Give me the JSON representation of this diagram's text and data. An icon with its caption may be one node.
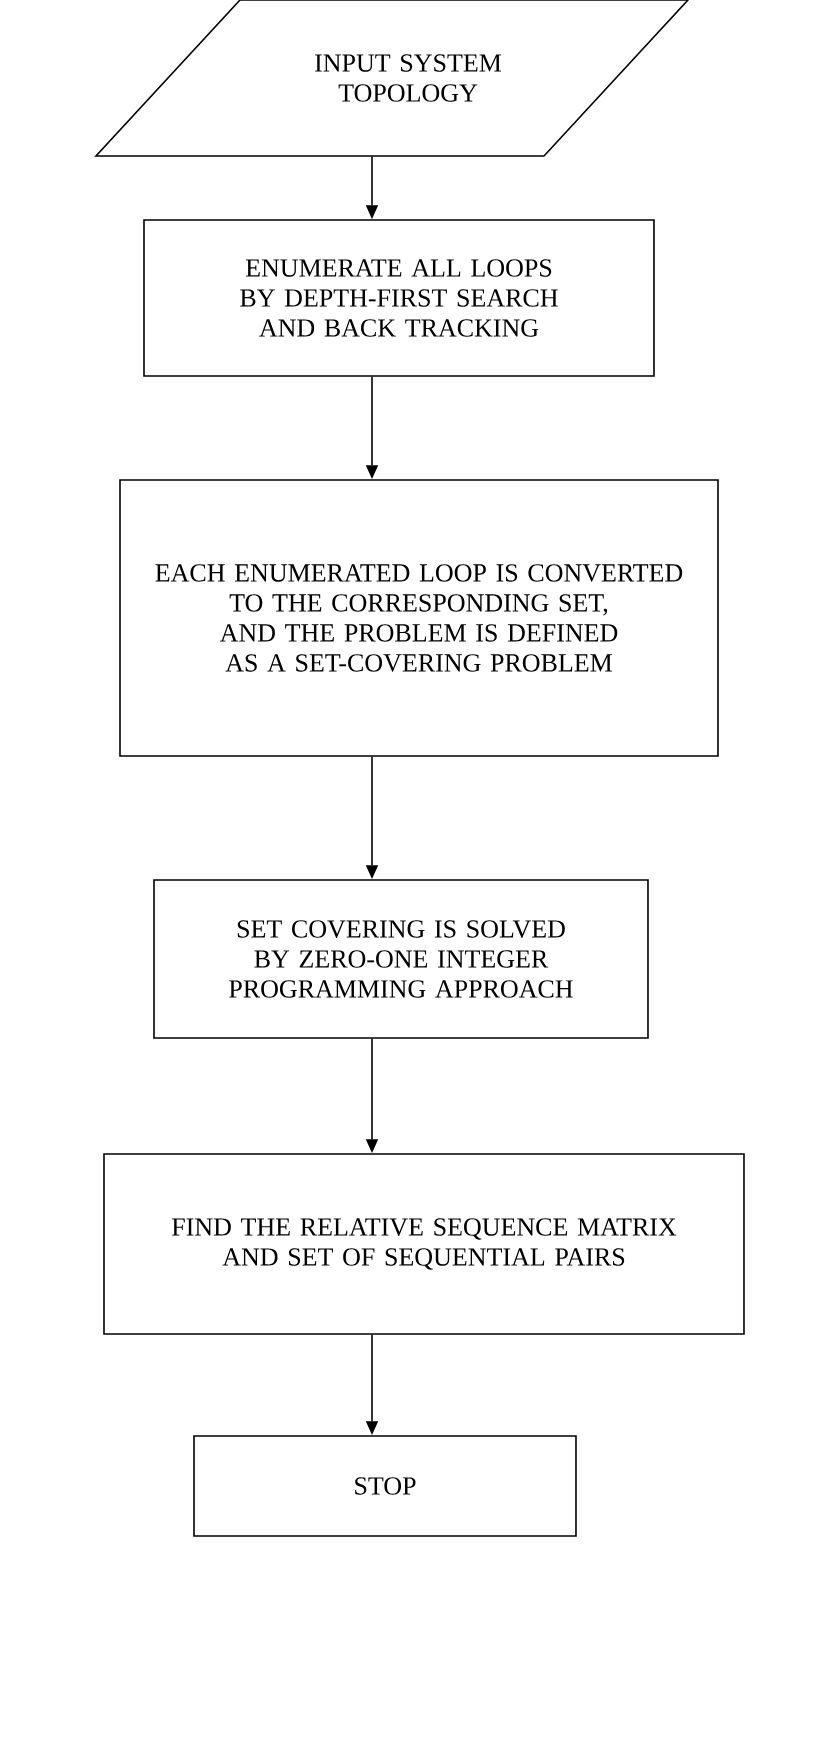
{
  "diagram": {
    "nodes": [
      {
        "text": [
          "INPUT SYSTEM TOPOLOGY"
        ]
      },
      {
        "text": [
          "ENUMERATE ALL LOOPS BY DEPTH-FIRST SEARCH AND BACK TRACKING"
        ]
      },
      {
        "text": [
          "EACH ENUMERATED LOOP IS CONVERTED TO THE CORRESPONDING SET, AND THE PROBLEM IS DEFINED AS A SET-COVERING PROBLEM"
        ]
      },
      {
        "text": [
          "SET COVERING IS SOLVED BY ZERO-ONE INTEGER PROGRAMMING APPROACH"
        ]
      },
      {
        "text": [
          "FIND THE RELATIVE SEQUENCE MATRIX AND SET OF SEQUENTIAL PAIRS"
        ]
      },
      {
        "text": [
          "STOP"
        ]
      }
    ],
    "edges": [
      {
        "from": 0,
        "to": 1,
        "arrow": "to"
      },
      {
        "from": 1,
        "to": 2,
        "arrow": "to"
      },
      {
        "from": 2,
        "to": 3,
        "arrow": "to"
      },
      {
        "from": 3,
        "to": 4,
        "arrow": "to"
      },
      {
        "from": 4,
        "to": 5,
        "arrow": "to"
      }
    ]
  }
}
